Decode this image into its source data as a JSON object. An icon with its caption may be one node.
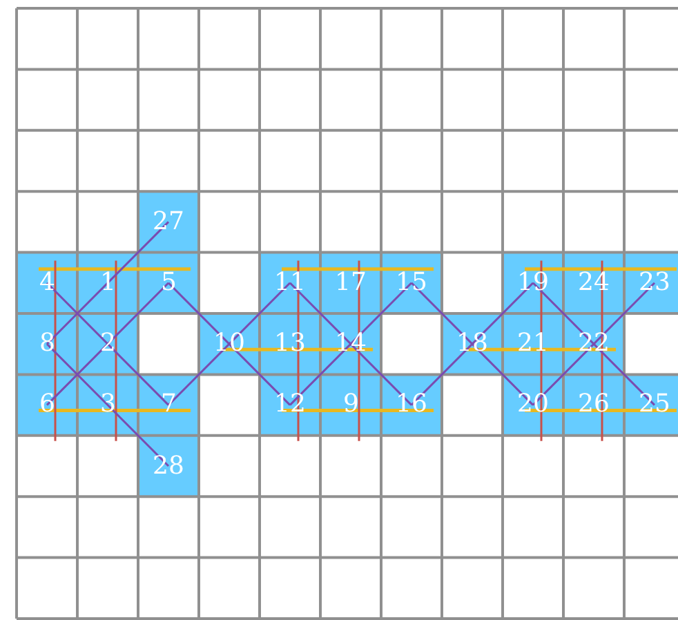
{
  "diagram": {
    "labels": [
      "27",
      "4",
      "1",
      "5",
      "11",
      "17",
      "15",
      "19",
      "24",
      "23",
      "8",
      "2",
      "10",
      "13",
      "14",
      "18",
      "21",
      "22",
      "6",
      "3",
      "7",
      "12",
      "9",
      "16",
      "20",
      "26",
      "25",
      "28"
    ]
  }
}
